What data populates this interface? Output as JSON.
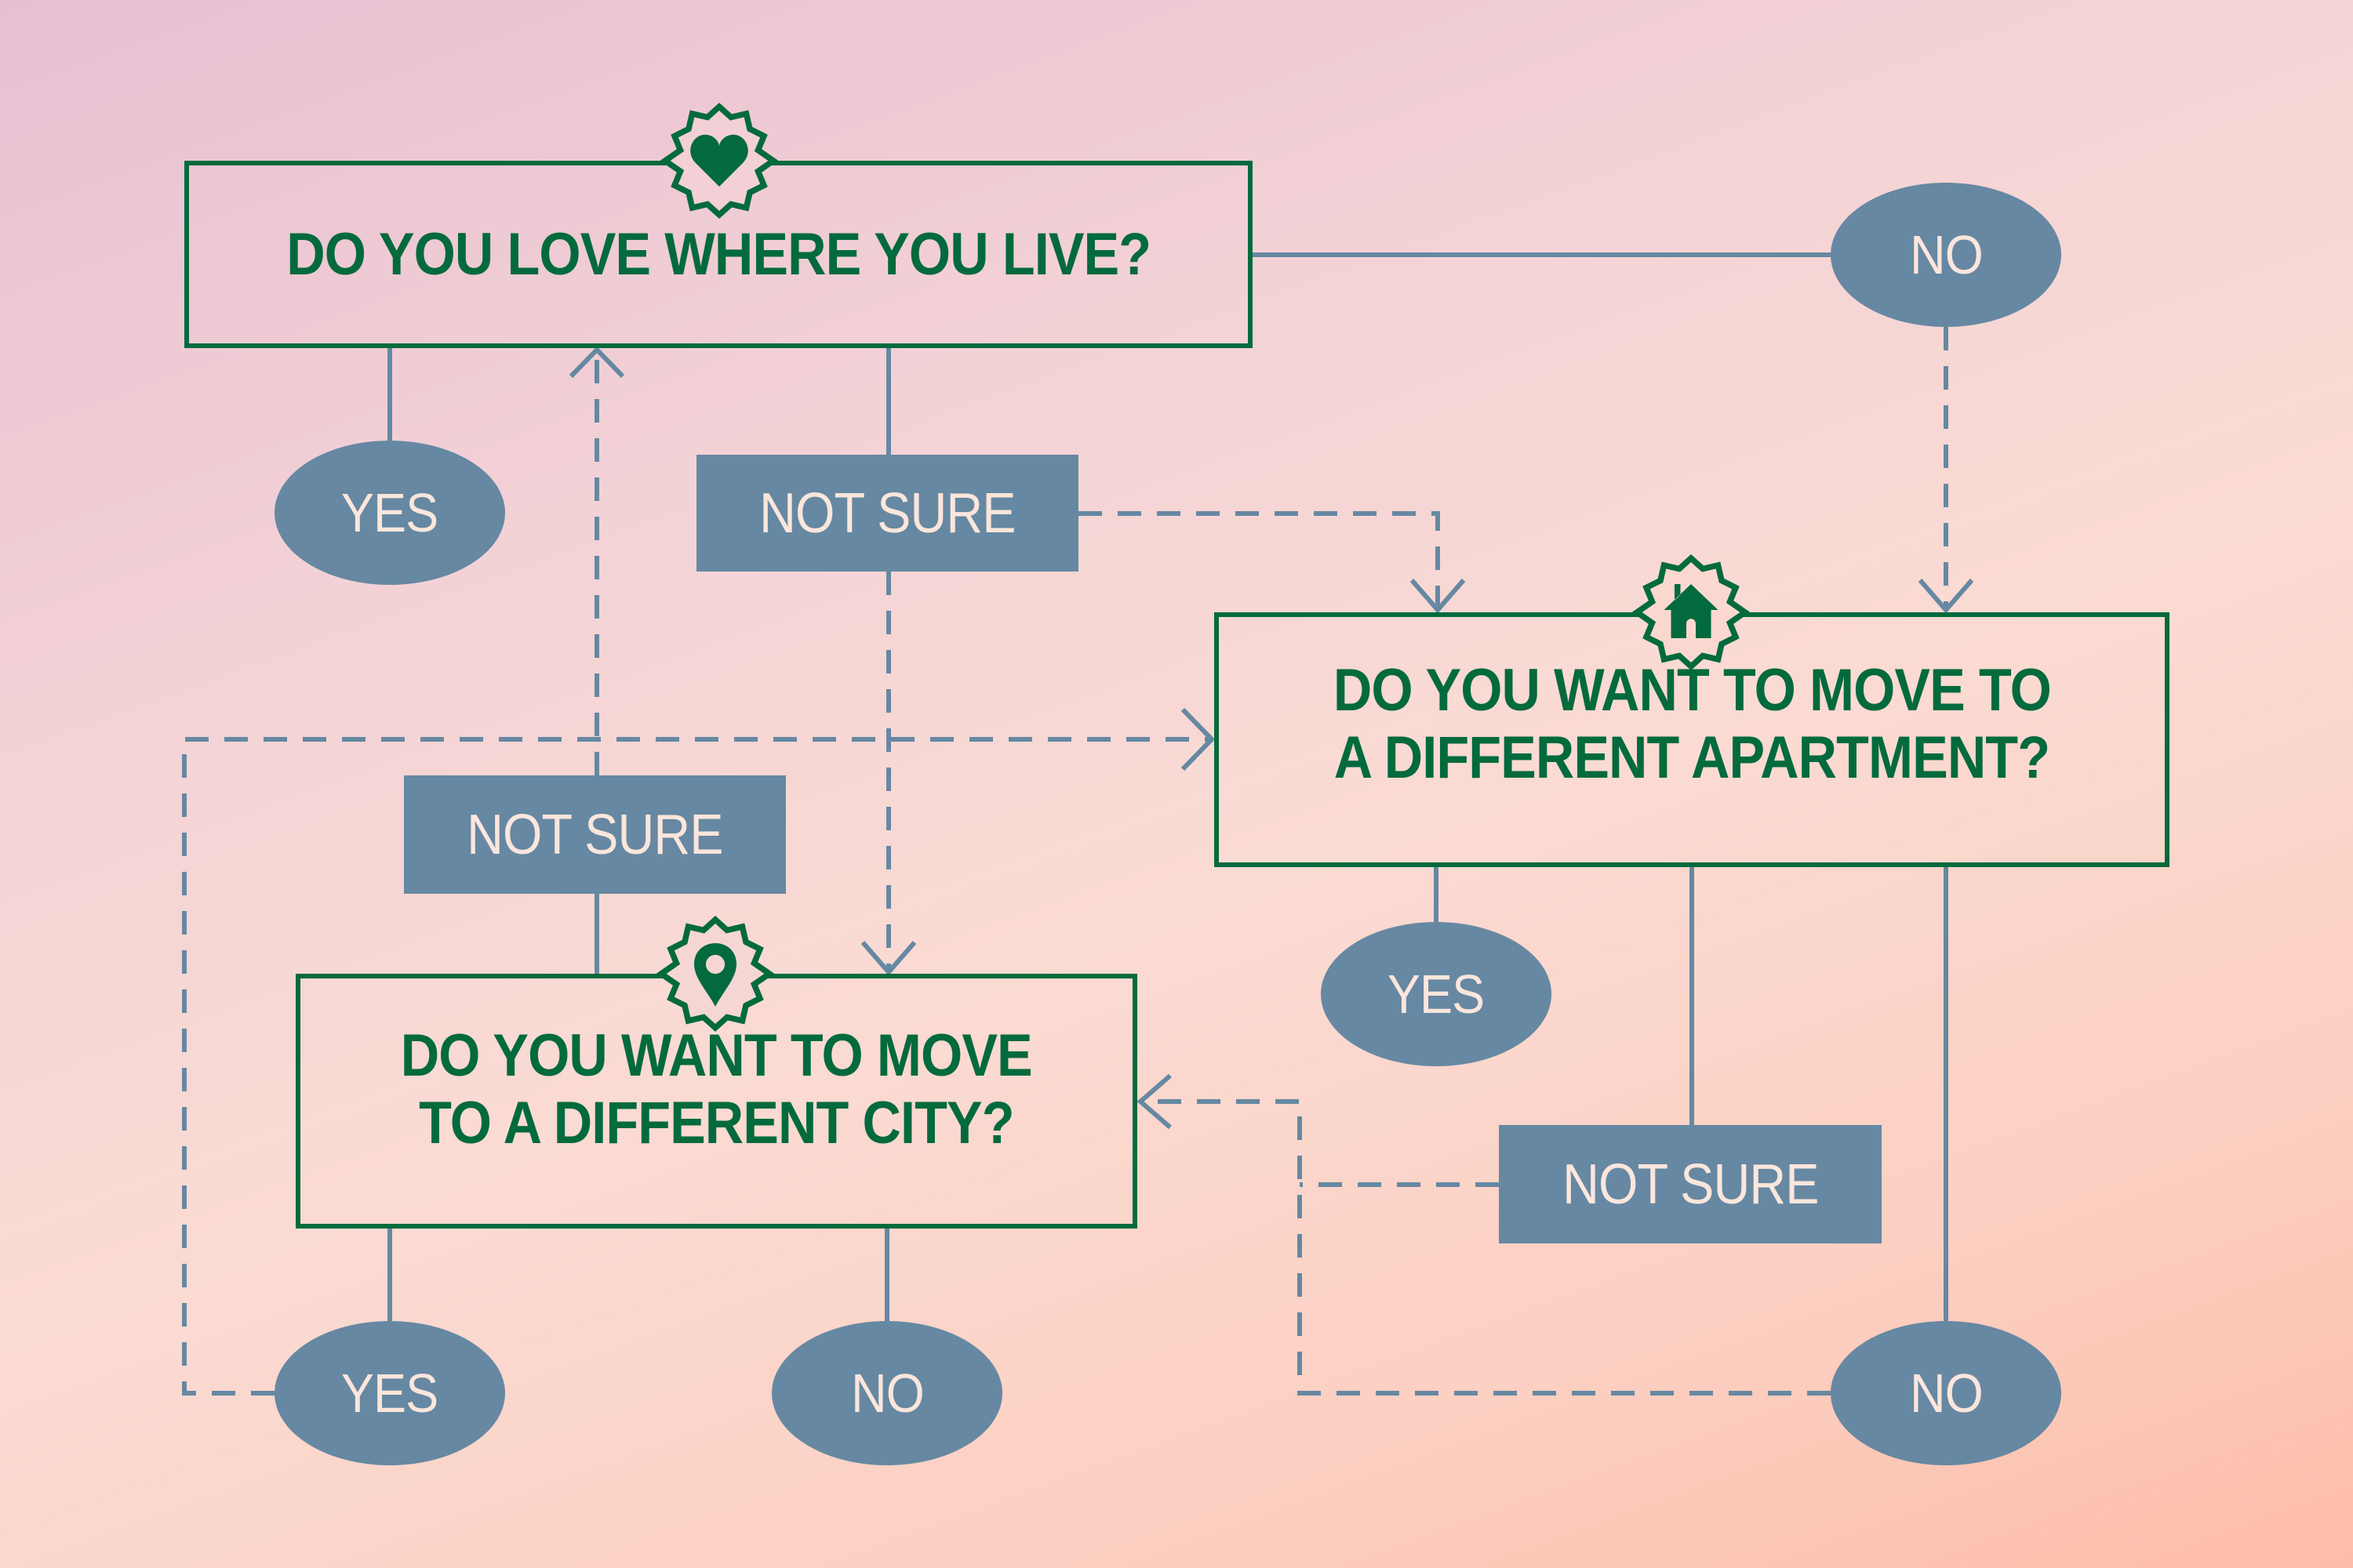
{
  "colors": {
    "question_green": "#036a3d",
    "answer_blue": "#6688a2",
    "answer_text": "#fbe6dc",
    "bg_start": "#e8bfd2",
    "bg_end": "#fdbca8"
  },
  "questions": {
    "love": {
      "text": "DO YOU LOVE WHERE YOU LIVE?",
      "icon": "heart-icon"
    },
    "apartment": {
      "line1": "DO YOU WANT TO MOVE TO",
      "line2": "A DIFFERENT APARTMENT?",
      "icon": "house-icon"
    },
    "city": {
      "line1": "DO YOU WANT TO MOVE",
      "line2": "TO A DIFFERENT CITY?",
      "icon": "location-pin-icon"
    }
  },
  "answers": {
    "love_no": "NO",
    "love_yes": "YES",
    "love_not_sure": "NOT SURE",
    "apartment_yes": "YES",
    "apartment_not_sure": "NOT SURE",
    "apartment_no": "NO",
    "city_not_sure": "NOT SURE",
    "city_yes": "YES",
    "city_no": "NO"
  }
}
